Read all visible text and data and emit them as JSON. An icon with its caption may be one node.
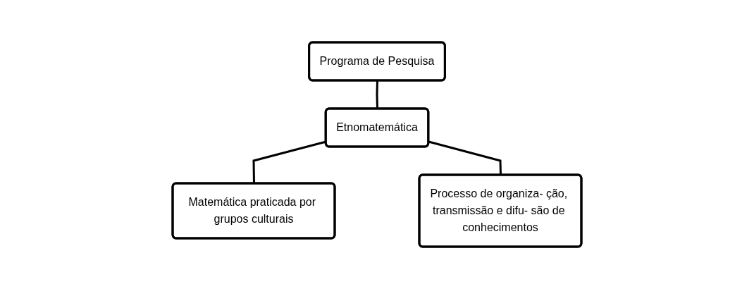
{
  "diagram": {
    "nodes": [
      {
        "text": [
          "Programa de Pesquisa"
        ]
      },
      {
        "text": [
          "Etnomatemática"
        ]
      },
      {
        "text": [
          "Matemática praticada por grupos culturais"
        ]
      },
      {
        "text": [
          "Processo de organiza- ção, transmissão e difu- são de conhecimentos"
        ]
      }
    ],
    "edges": [
      {
        "from": 0,
        "to": 1,
        "arrow": "none"
      },
      {
        "from": 1,
        "to": 2,
        "arrow": "none"
      },
      {
        "from": 1,
        "to": 3,
        "arrow": "none"
      }
    ]
  }
}
